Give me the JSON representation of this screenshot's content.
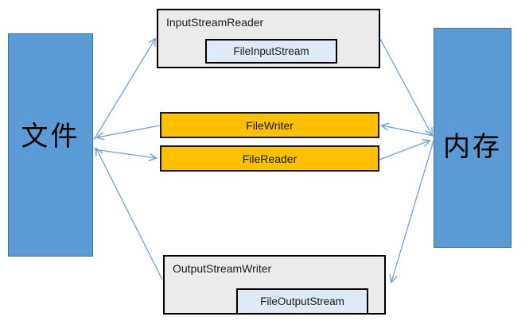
{
  "nodes": {
    "file": {
      "label": "文件"
    },
    "memory": {
      "label": "内存"
    },
    "input_stream_reader": {
      "label": "InputStreamReader",
      "inner_label": "FileInputStream"
    },
    "file_writer": {
      "label": "FileWriter"
    },
    "file_reader": {
      "label": "FileReader"
    },
    "output_stream_writer": {
      "label": "OutputStreamWriter",
      "inner_label": "FileOutputStream"
    }
  },
  "edges": [
    {
      "from": "文件",
      "to": "InputStreamReader"
    },
    {
      "from": "InputStreamReader",
      "to": "内存"
    },
    {
      "from": "内存",
      "to": "FileWriter"
    },
    {
      "from": "FileWriter",
      "to": "文件"
    },
    {
      "from": "文件",
      "to": "FileReader"
    },
    {
      "from": "FileReader",
      "to": "内存"
    },
    {
      "from": "内存",
      "to": "OutputStreamWriter"
    },
    {
      "from": "OutputStreamWriter",
      "to": "文件"
    }
  ],
  "colors": {
    "node_blue": "#5B9BD5",
    "node_blue_border": "#41719C",
    "node_gold": "#FFC000",
    "wrapper_gray": "#ECEBEB",
    "inner_blue": "#DEEBF7",
    "arrow_blue": "#6FA0D8",
    "border_dark": "#000000"
  }
}
